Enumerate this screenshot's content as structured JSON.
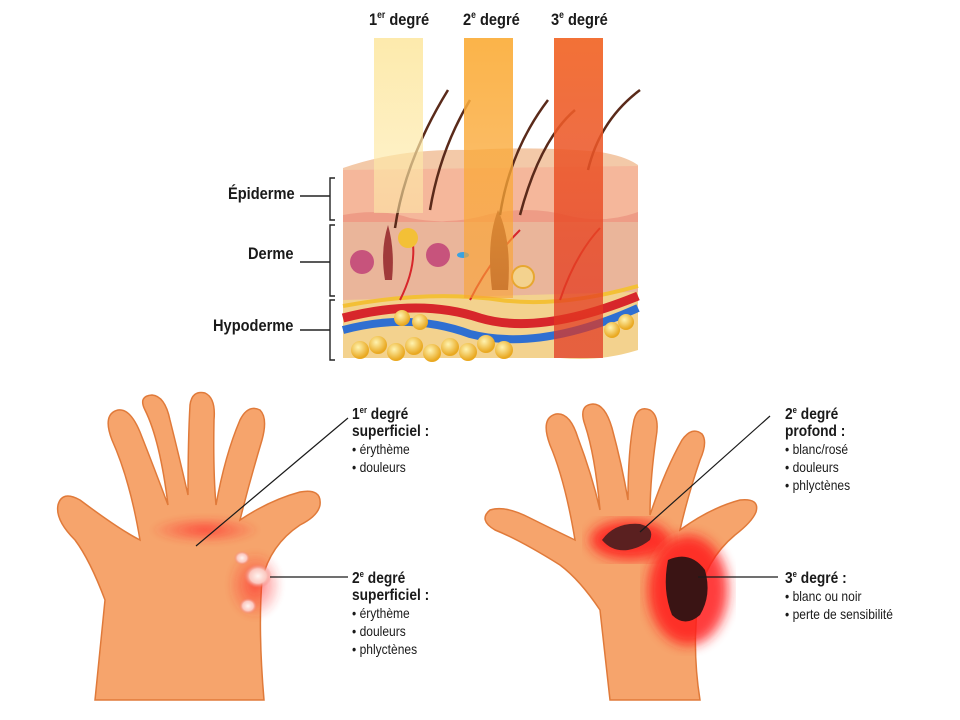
{
  "degree_labels": {
    "first": {
      "num": "1",
      "sup": "er",
      "word": " degré"
    },
    "second": {
      "num": "2",
      "sup": "e",
      "word": " degré"
    },
    "third": {
      "num": "3",
      "sup": "e",
      "word": " degré"
    }
  },
  "layers": {
    "epidermis": "Épiderme",
    "dermis": "Derme",
    "hypodermis": "Hypoderme"
  },
  "left_hand": {
    "superficial_first": {
      "num": "1",
      "sup": "er",
      "word": " degré",
      "subtitle": "superficiel :",
      "items": [
        "érythème",
        "douleurs"
      ]
    },
    "superficial_second": {
      "num": "2",
      "sup": "e",
      "word": " degré",
      "subtitle": "superficiel :",
      "items": [
        "érythème",
        "douleurs",
        "phlyctènes"
      ]
    }
  },
  "right_hand": {
    "deep_second": {
      "num": "2",
      "sup": "e",
      "word": " degré",
      "subtitle": "profond :",
      "items": [
        "blanc/rosé",
        "douleurs",
        "phlyctènes"
      ]
    },
    "third": {
      "num": "3",
      "sup": "e",
      "word": " degré :",
      "items": [
        "blanc ou noir",
        "perte de sensibilité"
      ]
    }
  },
  "colors": {
    "skin": "#f6a46c",
    "skin_outline": "#e07a3a",
    "burn_first": "#fde9a8",
    "burn_second": "#f9a234",
    "burn_third": "#f15a22",
    "burn_deep": "#c4161c"
  }
}
